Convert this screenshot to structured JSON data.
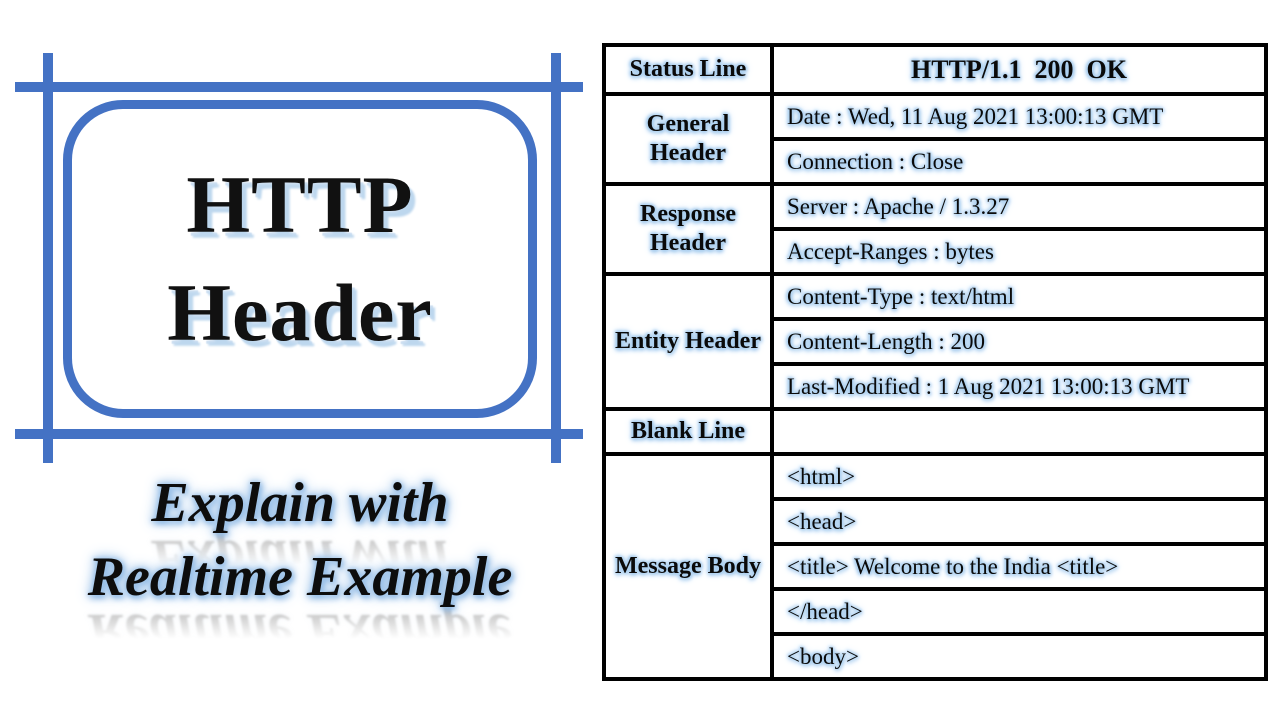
{
  "colors": {
    "frame_blue": "#4472C4",
    "glow_blue": "#A6CCEE",
    "title_shadow_blue": "#BDD7EE",
    "border_black": "#000000",
    "text_black": "#0A0A0A"
  },
  "left_panel": {
    "title_line1": "HTTP",
    "title_line2": "Header",
    "subtitle_line1": "Explain with",
    "subtitle_line2": "Realtime Example"
  },
  "table": {
    "groups": [
      {
        "label": "Status Line",
        "rows": [
          {
            "text": "HTTP/1.1  200  OK",
            "bold": true,
            "center": true
          }
        ]
      },
      {
        "label": "General Header",
        "rows": [
          {
            "text": "Date : Wed, 11 Aug 2021 13:00:13 GMT"
          },
          {
            "text": "Connection : Close"
          }
        ]
      },
      {
        "label": "Response Header",
        "rows": [
          {
            "text": "Server : Apache / 1.3.27"
          },
          {
            "text": "Accept-Ranges : bytes"
          }
        ]
      },
      {
        "label": "Entity Header",
        "rows": [
          {
            "text": "Content-Type : text/html"
          },
          {
            "text": "Content-Length : 200"
          },
          {
            "text": "Last-Modified : 1 Aug 2021 13:00:13 GMT"
          }
        ]
      },
      {
        "label": "Blank Line",
        "rows": [
          {
            "text": ""
          }
        ]
      },
      {
        "label": "Message Body",
        "rows": [
          {
            "text": "<html>"
          },
          {
            "text": "<head>"
          },
          {
            "text": "<title> Welcome to the India <title>"
          },
          {
            "text": "</head>"
          },
          {
            "text": "<body>"
          }
        ]
      }
    ]
  }
}
